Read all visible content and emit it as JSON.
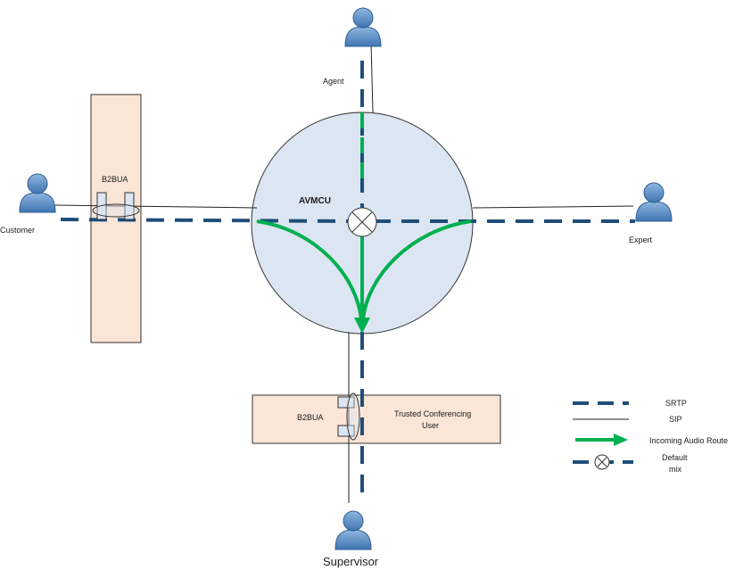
{
  "labels": {
    "agent": "Agent",
    "customer": "Customer",
    "expert": "Expert",
    "supervisor": "Supervisor",
    "avmcu": "AVMCU",
    "b2bua_left": "B2BUA",
    "b2bua_bottom": "B2BUA",
    "trusted_line1": "Trusted Conferencing",
    "trusted_line2": "User"
  },
  "legend": {
    "srtp": "SRTP",
    "sip": "SIP",
    "incoming_audio_route": "Incoming Audio Route",
    "default_mix_line1": "Default",
    "default_mix_line2": "mix"
  },
  "colors": {
    "srtp": "#1f4e79",
    "audio_route": "#00b050",
    "mcu_fill": "#dce6f2",
    "b2bua_fill": "#fbe5d6",
    "person": "#5b8fc7"
  }
}
